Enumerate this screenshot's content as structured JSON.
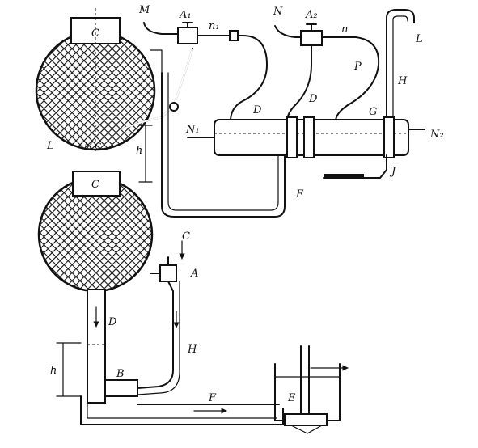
{
  "labels": {
    "top_C": "C",
    "top_M": "M",
    "top_A1": "A₁",
    "top_n1": "n₁",
    "top_N": "N",
    "top_A2": "A₂",
    "top_L": "L",
    "top_n": "n",
    "top_D": "D",
    "top_P": "P",
    "top_H": "H",
    "top_G": "G",
    "top_N1": "N₁",
    "top_N2": "N₂",
    "top_J": "J",
    "top_E": "E",
    "top_h": "h",
    "top_L_left": "L",
    "top_MC": "M C",
    "bot_C": "C",
    "bot_C_right": "C",
    "bot_A": "A",
    "bot_D": "D",
    "bot_H": "H",
    "bot_h": "h",
    "bot_B": "B",
    "bot_F": "F",
    "bot_E": "E"
  },
  "colors": {
    "ink": "#111111",
    "paper": "#ffffff"
  },
  "icons": {
    "sphere_hatch": "crosshatch-pattern",
    "flow_arrow": "arrow-icon"
  }
}
